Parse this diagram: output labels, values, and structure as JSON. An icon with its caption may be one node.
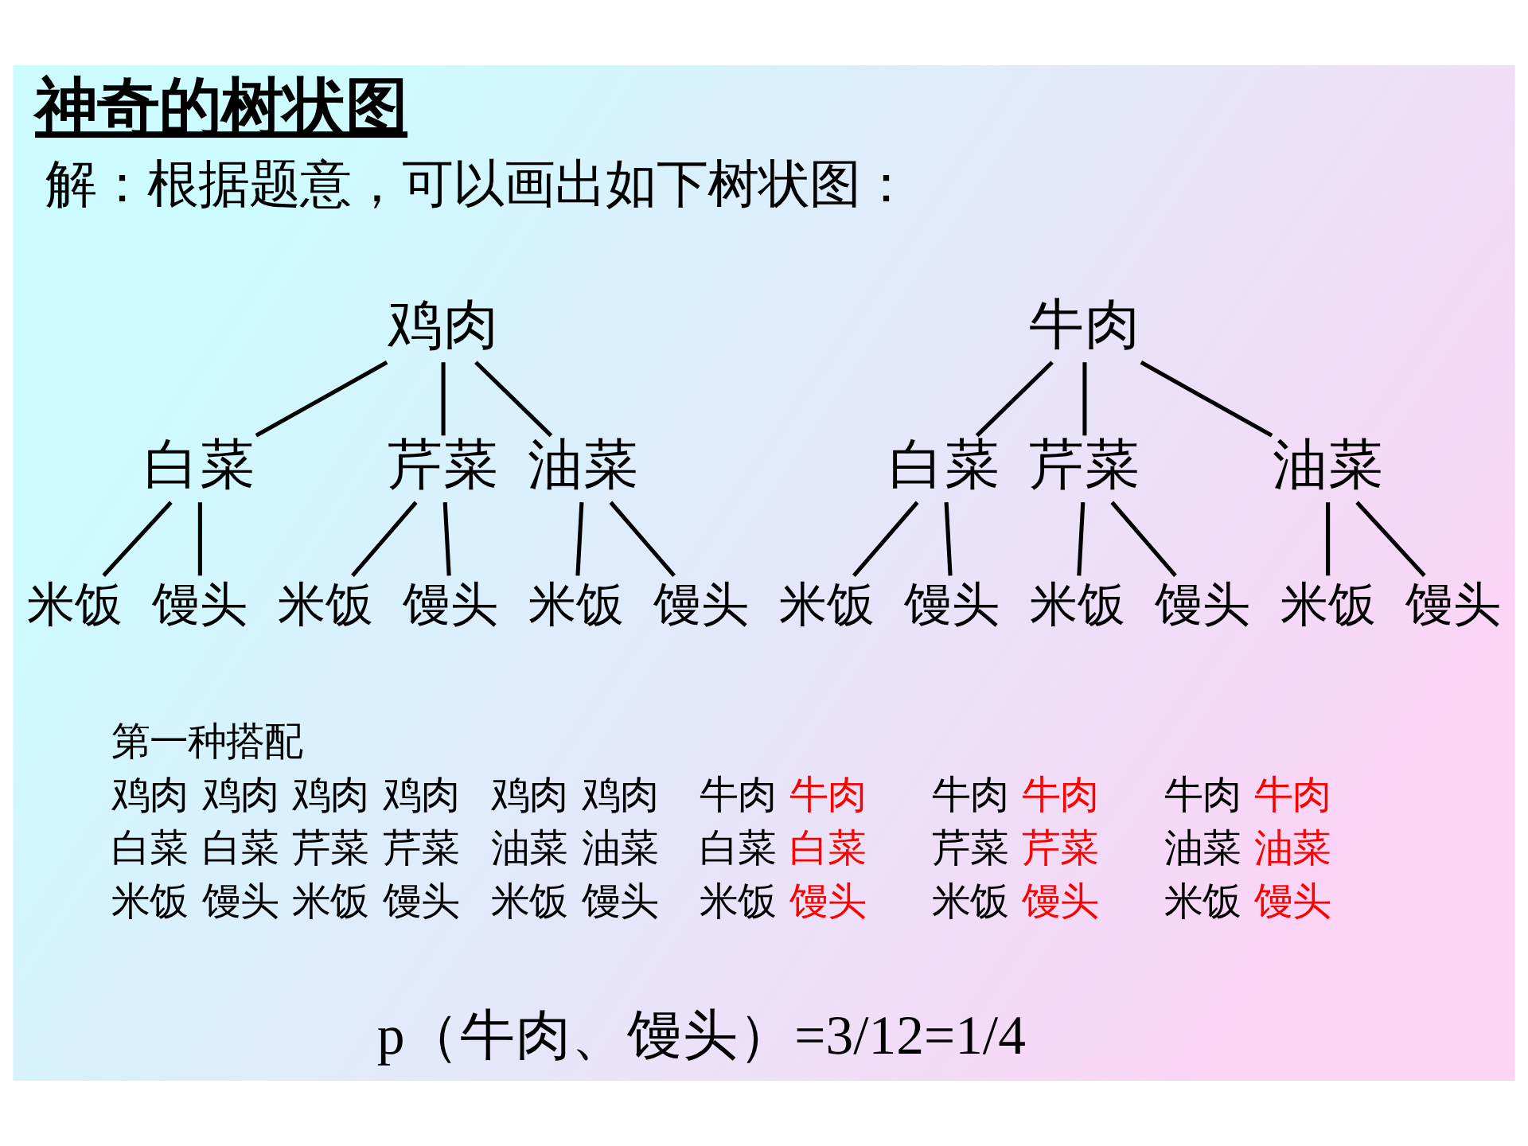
{
  "diagram": {
    "title": "神奇的树状图",
    "nodes": [
      {
        "text": [
          "鸡肉"
        ]
      },
      {
        "text": [
          "牛肉"
        ]
      },
      {
        "text": [
          "白菜"
        ]
      },
      {
        "text": [
          "芹菜"
        ]
      },
      {
        "text": [
          "油菜"
        ]
      },
      {
        "text": [
          "白菜"
        ]
      },
      {
        "text": [
          "芹菜"
        ]
      },
      {
        "text": [
          "油菜"
        ]
      },
      {
        "text": [
          "米饭"
        ]
      },
      {
        "text": [
          "馒头"
        ]
      },
      {
        "text": [
          "米饭"
        ]
      },
      {
        "text": [
          "馒头"
        ]
      },
      {
        "text": [
          "米饭"
        ]
      },
      {
        "text": [
          "馒头"
        ]
      },
      {
        "text": [
          "米饭"
        ]
      },
      {
        "text": [
          "馒头"
        ]
      },
      {
        "text": [
          "米饭"
        ]
      },
      {
        "text": [
          "馒头"
        ]
      },
      {
        "text": [
          "米饭"
        ]
      },
      {
        "text": [
          "馒头"
        ]
      }
    ],
    "edges": [
      {
        "from": 0,
        "to": 2,
        "arrow": "none"
      },
      {
        "from": 0,
        "to": 3,
        "arrow": "none"
      },
      {
        "from": 0,
        "to": 4,
        "arrow": "none"
      },
      {
        "from": 1,
        "to": 5,
        "arrow": "none"
      },
      {
        "from": 1,
        "to": 6,
        "arrow": "none"
      },
      {
        "from": 1,
        "to": 7,
        "arrow": "none"
      },
      {
        "from": 2,
        "to": 8,
        "arrow": "none"
      },
      {
        "from": 2,
        "to": 9,
        "arrow": "none"
      },
      {
        "from": 3,
        "to": 10,
        "arrow": "none"
      },
      {
        "from": 3,
        "to": 11,
        "arrow": "none"
      },
      {
        "from": 4,
        "to": 12,
        "arrow": "none"
      },
      {
        "from": 4,
        "to": 13,
        "arrow": "none"
      },
      {
        "from": 5,
        "to": 14,
        "arrow": "none"
      },
      {
        "from": 5,
        "to": 15,
        "arrow": "none"
      },
      {
        "from": 6,
        "to": 16,
        "arrow": "none"
      },
      {
        "from": 6,
        "to": 17,
        "arrow": "none"
      },
      {
        "from": 7,
        "to": 18,
        "arrow": "none"
      },
      {
        "from": 7,
        "to": 19,
        "arrow": "none"
      }
    ],
    "labels": [
      "解：根据题意，可以画出如下树状图：",
      "第一种搭配",
      "鸡肉",
      "鸡肉",
      "鸡肉",
      "鸡肉",
      "鸡肉",
      "鸡肉",
      "牛肉",
      "牛肉",
      "牛肉",
      "牛肉",
      "牛肉",
      "牛肉",
      "白菜",
      "白菜",
      "芹菜",
      "芹菜",
      "油菜",
      "油菜",
      "白菜",
      "白菜",
      "芹菜",
      "芹菜",
      "油菜",
      "油菜",
      "米饭",
      "馒头",
      "米饭",
      "馒头",
      "米饭",
      "馒头",
      "米饭",
      "馒头",
      "米饭",
      "馒头",
      "米饭",
      "馒头",
      "p（牛肉、馒头）=3/12=1/4"
    ]
  }
}
